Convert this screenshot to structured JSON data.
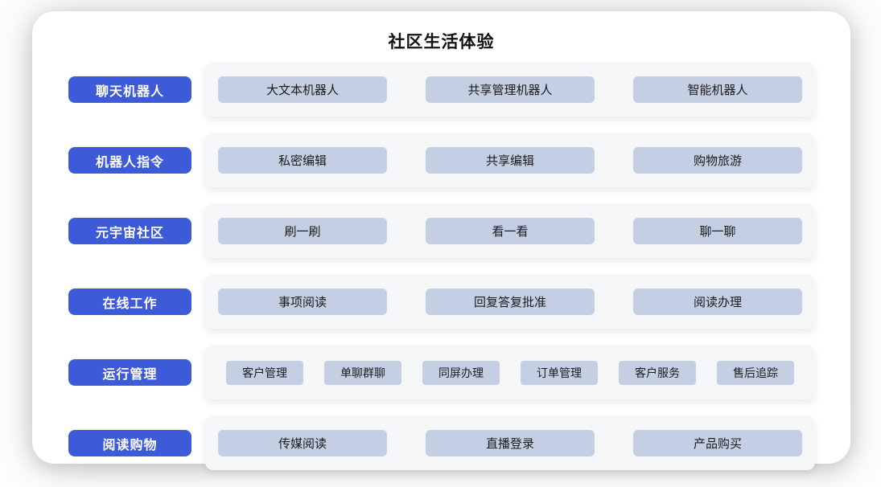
{
  "page": {
    "title": "社区生活体验"
  },
  "colors": {
    "accent": "#3d5ad8",
    "item_bg": "#c5cfe4",
    "strip_bg": "#f5f6f8"
  },
  "rows": [
    {
      "label": "聊天机器人",
      "size": "large",
      "items": [
        "大文本机器人",
        "共享管理机器人",
        "智能机器人"
      ]
    },
    {
      "label": "机器人指令",
      "size": "large",
      "items": [
        "私密编辑",
        "共享编辑",
        "购物旅游"
      ]
    },
    {
      "label": "元宇宙社区",
      "size": "large",
      "items": [
        "刷一刷",
        "看一看",
        "聊一聊"
      ]
    },
    {
      "label": "在线工作",
      "size": "large",
      "items": [
        "事项阅读",
        "回复答复批准",
        "阅读办理"
      ]
    },
    {
      "label": "运行管理",
      "size": "small",
      "items": [
        "客户管理",
        "单聊群聊",
        "同屏办理",
        "订单管理",
        "客户服务",
        "售后追踪"
      ]
    },
    {
      "label": "阅读购物",
      "size": "large",
      "items": [
        "传媒阅读",
        "直播登录",
        "产品购买"
      ]
    }
  ]
}
